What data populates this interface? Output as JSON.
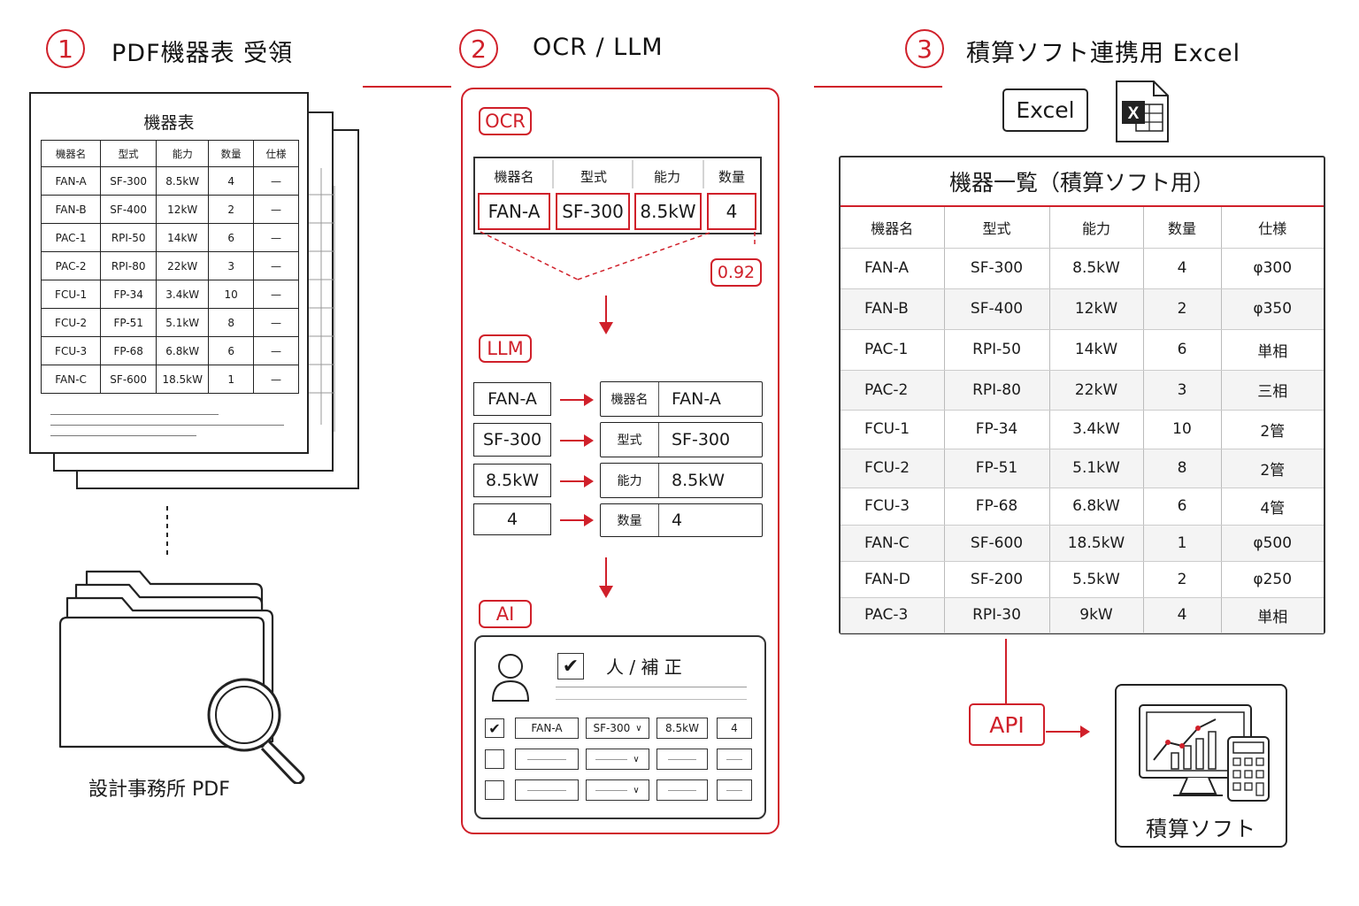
{
  "steps": [
    {
      "number": "1",
      "title": "PDF機器表 受領"
    },
    {
      "number": "2",
      "title": "OCR / LLM"
    },
    {
      "number": "3",
      "title": "積算ソフト連携用 Excel"
    }
  ],
  "section1": {
    "sheet_title": "機器表",
    "headers": [
      "機器名",
      "型式",
      "能力",
      "数量",
      "仕様"
    ],
    "rows": [
      [
        "FAN-A",
        "SF-300",
        "8.5kW",
        "4",
        "—"
      ],
      [
        "FAN-B",
        "SF-400",
        "12kW",
        "2",
        "—"
      ],
      [
        "PAC-1",
        "RPI-50",
        "14kW",
        "6",
        "—"
      ],
      [
        "PAC-2",
        "RPI-80",
        "22kW",
        "3",
        "—"
      ],
      [
        "FCU-1",
        "FP-34",
        "3.4kW",
        "10",
        "—"
      ],
      [
        "FCU-2",
        "FP-51",
        "5.1kW",
        "8",
        "—"
      ],
      [
        "FCU-3",
        "FP-68",
        "6.8kW",
        "6",
        "—"
      ],
      [
        "FAN-C",
        "SF-600",
        "18.5kW",
        "1",
        "—"
      ]
    ],
    "folder_label": "設計事務所 PDF",
    "folder_icon": "folder-search-icon"
  },
  "section2": {
    "ocr_tag": "OCR",
    "ocr_headers": [
      "機器名",
      "型式",
      "能力",
      "数量"
    ],
    "ocr_values": [
      "FAN-A",
      "SF-300",
      "8.5kW",
      "4"
    ],
    "confidence": "0.92",
    "llm_tag": "LLM",
    "mappings": [
      {
        "source": "FAN-A",
        "key": "機器名",
        "value": "FAN-A"
      },
      {
        "source": "SF-300",
        "key": "型式",
        "value": "SF-300"
      },
      {
        "source": "8.5kW",
        "key": "能力",
        "value": "8.5kW"
      },
      {
        "source": "4",
        "key": "数量",
        "value": "4"
      }
    ],
    "ai_tag": "AI",
    "review_label": "人 / 補 正",
    "review_row": [
      "FAN-A",
      "SF-300",
      "8.5kW",
      "4"
    ]
  },
  "section3": {
    "excel_label": "Excel",
    "excel_icon": "excel-file-icon",
    "table_title": "機器一覧（積算ソフト用）",
    "headers": [
      "機器名",
      "型式",
      "能力",
      "数量",
      "仕様"
    ],
    "rows": [
      [
        "FAN-A",
        "SF-300",
        "8.5kW",
        "4",
        "φ300"
      ],
      [
        "FAN-B",
        "SF-400",
        "12kW",
        "2",
        "φ350"
      ],
      [
        "PAC-1",
        "RPI-50",
        "14kW",
        "6",
        "単相"
      ],
      [
        "PAC-2",
        "RPI-80",
        "22kW",
        "3",
        "三相"
      ],
      [
        "FCU-1",
        "FP-34",
        "3.4kW",
        "10",
        "2管"
      ],
      [
        "FCU-2",
        "FP-51",
        "5.1kW",
        "8",
        "2管"
      ],
      [
        "FCU-3",
        "FP-68",
        "6.8kW",
        "6",
        "4管"
      ],
      [
        "FAN-C",
        "SF-600",
        "18.5kW",
        "1",
        "φ500"
      ],
      [
        "FAN-D",
        "SF-200",
        "5.5kW",
        "2",
        "φ250"
      ],
      [
        "PAC-3",
        "RPI-30",
        "9kW",
        "4",
        "単相"
      ]
    ],
    "api_label": "API",
    "software_label": "積算ソフト",
    "software_icon": "computer-calculator-icon"
  },
  "colors": {
    "accent": "#d0202a",
    "ink": "#1a1a1a"
  }
}
